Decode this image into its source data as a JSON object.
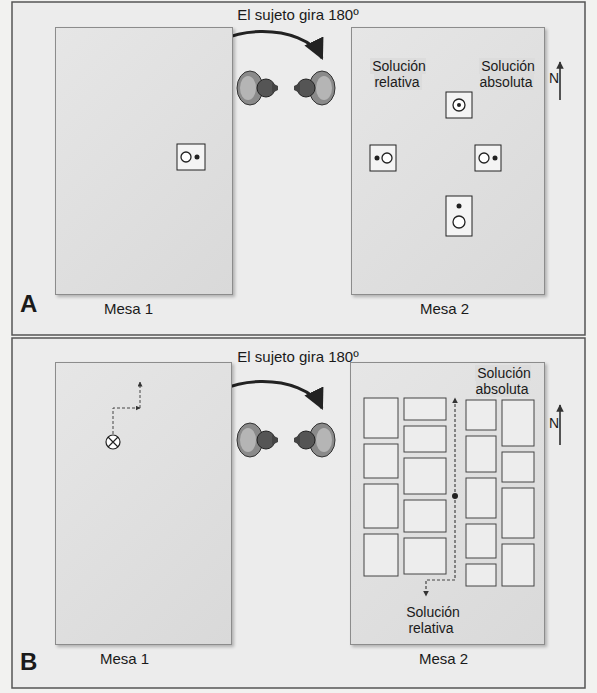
{
  "diagram": {
    "nodes": [
      {
        "text": [
          "Mesa 1"
        ]
      },
      {
        "text": [
          "Mesa 2"
        ]
      },
      {
        "text": [
          "Mesa 1"
        ]
      },
      {
        "text": [
          "Mesa 2"
        ]
      }
    ],
    "labels": [
      "A",
      "El sujeto gira 180º",
      "N",
      "Solución relativa",
      "Solución absoluta",
      "B",
      "El sujeto gira 180º",
      "N",
      "Solución absoluta",
      "Solución relativa"
    ]
  }
}
